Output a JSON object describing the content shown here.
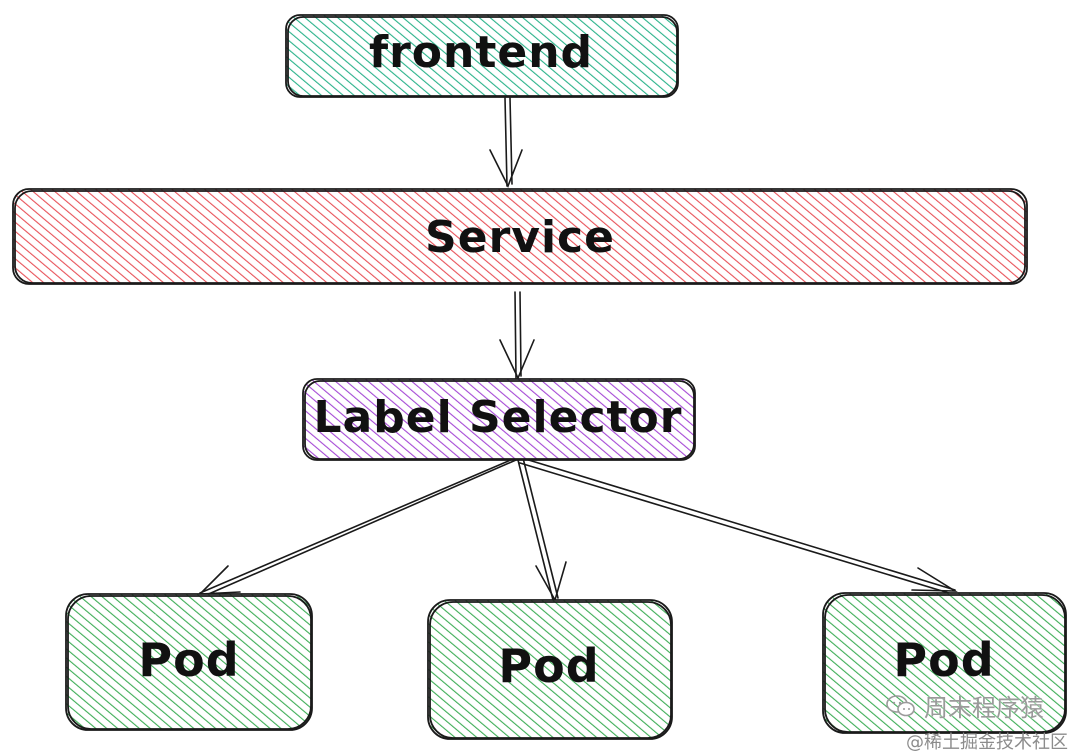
{
  "nodes": {
    "frontend": {
      "label": "frontend",
      "fill": "#2bb38b"
    },
    "service": {
      "label": "Service",
      "fill": "#e8535a"
    },
    "selector": {
      "label": "Label Selector",
      "fill": "#a64ad6"
    },
    "pod1": {
      "label": "Pod",
      "fill": "#3fae58"
    },
    "pod2": {
      "label": "Pod",
      "fill": "#3fae58"
    },
    "pod3": {
      "label": "Pod",
      "fill": "#3fae58"
    }
  },
  "edges": [
    {
      "from": "frontend",
      "to": "service"
    },
    {
      "from": "service",
      "to": "selector"
    },
    {
      "from": "selector",
      "to": "pod1"
    },
    {
      "from": "selector",
      "to": "pod2"
    },
    {
      "from": "selector",
      "to": "pod3"
    }
  ],
  "watermark": {
    "icon": "wechat-icon",
    "account": "周末程序猿",
    "community": "@稀土掘金技术社区"
  }
}
